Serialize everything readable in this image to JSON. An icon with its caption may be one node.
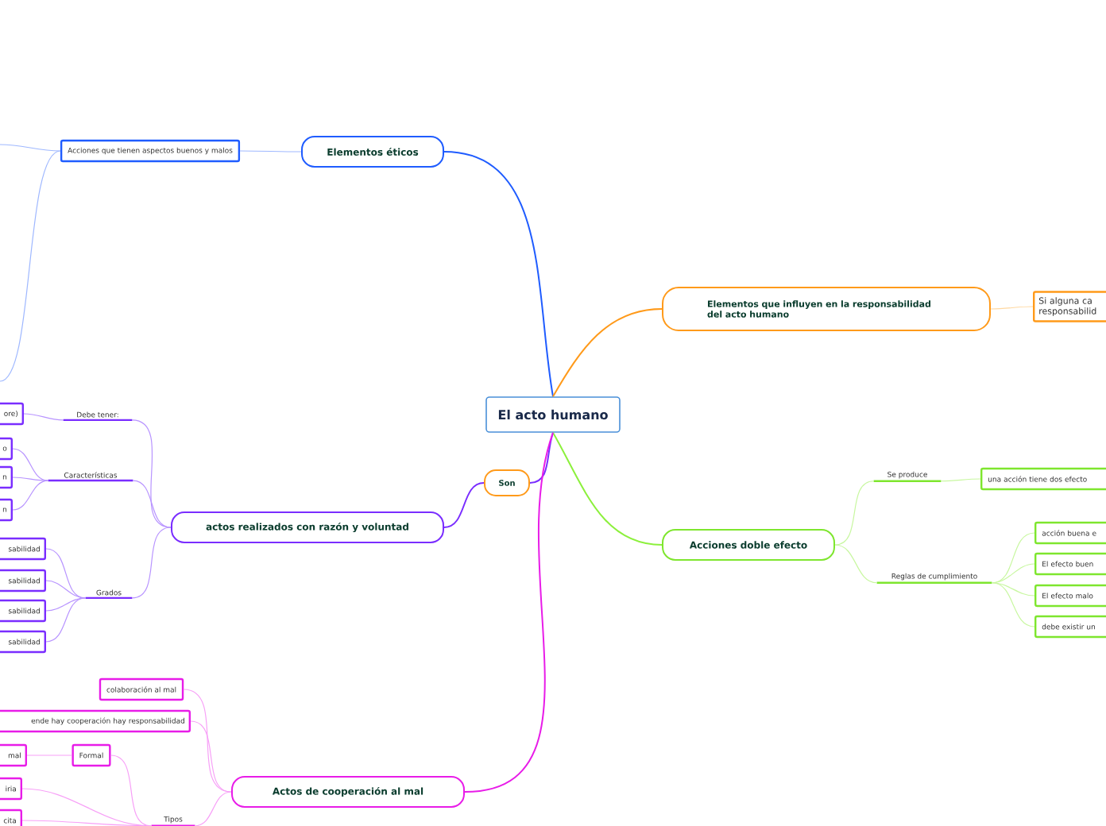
{
  "diagram": {
    "nodes": [
      {
        "text": [
          "El acto humano"
        ]
      },
      {
        "text": [
          "Elementos éticos"
        ]
      },
      {
        "text": [
          "Acciones que tienen aspectos buenos y malos"
        ]
      },
      {
        "text": [
          "Elementos que influyen en la responsabilidad del acto humano"
        ]
      },
      {
        "text": [
          "Si alguna ca responsabilid"
        ]
      },
      {
        "text": [
          "Son"
        ]
      },
      {
        "text": [
          "actos realizados con razón y voluntad"
        ]
      },
      {
        "text": [
          "Debe tener:"
        ]
      },
      {
        "text": [
          "ore)"
        ]
      },
      {
        "text": [
          "Características"
        ]
      },
      {
        "text": [
          "o"
        ]
      },
      {
        "text": [
          "n"
        ]
      },
      {
        "text": [
          "n"
        ]
      },
      {
        "text": [
          "Grados"
        ]
      },
      {
        "text": [
          "sabilidad"
        ]
      },
      {
        "text": [
          "sabilidad"
        ]
      },
      {
        "text": [
          "sabilidad"
        ]
      },
      {
        "text": [
          "sabilidad"
        ]
      },
      {
        "text": [
          "Acciones doble efecto"
        ]
      },
      {
        "text": [
          "Se produce"
        ]
      },
      {
        "text": [
          "una acción tiene dos efecto"
        ]
      },
      {
        "text": [
          "Reglas de cumplimiento"
        ]
      },
      {
        "text": [
          "acción buena e"
        ]
      },
      {
        "text": [
          "El efecto buen"
        ]
      },
      {
        "text": [
          "El efecto malo"
        ]
      },
      {
        "text": [
          "debe existir un"
        ]
      },
      {
        "text": [
          "Actos de cooperación al mal"
        ]
      },
      {
        "text": [
          "colaboración al mal"
        ]
      },
      {
        "text": [
          "ende hay cooperación hay responsabilidad"
        ]
      },
      {
        "text": [
          "Formal"
        ]
      },
      {
        "text": [
          "mal"
        ]
      },
      {
        "text": [
          "Tipos"
        ]
      },
      {
        "text": [
          "iria"
        ]
      },
      {
        "text": [
          "cita"
        ]
      }
    ],
    "edges": [
      {
        "from": 0,
        "to": 1,
        "arrow": "none",
        "color": "#1f5cff"
      },
      {
        "from": 1,
        "to": 2,
        "arrow": "none",
        "color": "#9fb8ff"
      },
      {
        "from": 2,
        "to": null,
        "arrow": "none",
        "color": "#9fb8ff"
      },
      {
        "from": 2,
        "to": null,
        "arrow": "none",
        "color": "#9fb8ff"
      },
      {
        "from": 0,
        "to": 3,
        "arrow": "none",
        "color": "#ff9a1a"
      },
      {
        "from": 3,
        "to": 4,
        "arrow": "none",
        "color": "#ffd8a0"
      },
      {
        "from": 0,
        "to": 5,
        "arrow": "none",
        "color": "#7a2dff"
      },
      {
        "from": 5,
        "to": 6,
        "arrow": "none",
        "color": "#7a2dff"
      },
      {
        "from": 6,
        "to": 7,
        "arrow": "none",
        "color": "#b894ff"
      },
      {
        "from": 7,
        "to": 8,
        "arrow": "none",
        "color": "#b894ff"
      },
      {
        "from": 6,
        "to": 9,
        "arrow": "none",
        "color": "#b894ff"
      },
      {
        "from": 9,
        "to": 10,
        "arrow": "none",
        "color": "#b894ff"
      },
      {
        "from": 9,
        "to": 11,
        "arrow": "none",
        "color": "#b894ff"
      },
      {
        "from": 9,
        "to": 12,
        "arrow": "none",
        "color": "#b894ff"
      },
      {
        "from": 6,
        "to": 13,
        "arrow": "none",
        "color": "#b894ff"
      },
      {
        "from": 13,
        "to": 14,
        "arrow": "none",
        "color": "#b894ff"
      },
      {
        "from": 13,
        "to": 15,
        "arrow": "none",
        "color": "#b894ff"
      },
      {
        "from": 13,
        "to": 16,
        "arrow": "none",
        "color": "#b894ff"
      },
      {
        "from": 13,
        "to": 17,
        "arrow": "none",
        "color": "#b894ff"
      },
      {
        "from": 0,
        "to": 18,
        "arrow": "none",
        "color": "#8cf03c"
      },
      {
        "from": 18,
        "to": 19,
        "arrow": "none",
        "color": "#c8f7a0"
      },
      {
        "from": 19,
        "to": 20,
        "arrow": "none",
        "color": "#c8f7a0"
      },
      {
        "from": 18,
        "to": 21,
        "arrow": "none",
        "color": "#c8f7a0"
      },
      {
        "from": 21,
        "to": 22,
        "arrow": "none",
        "color": "#c8f7a0"
      },
      {
        "from": 21,
        "to": 23,
        "arrow": "none",
        "color": "#c8f7a0"
      },
      {
        "from": 21,
        "to": 24,
        "arrow": "none",
        "color": "#c8f7a0"
      },
      {
        "from": 21,
        "to": 25,
        "arrow": "none",
        "color": "#c8f7a0"
      },
      {
        "from": 0,
        "to": 26,
        "arrow": "none",
        "color": "#e81ce8"
      },
      {
        "from": 26,
        "to": 27,
        "arrow": "none",
        "color": "#f7a0f7"
      },
      {
        "from": 26,
        "to": 28,
        "arrow": "none",
        "color": "#f7a0f7"
      },
      {
        "from": 26,
        "to": 31,
        "arrow": "none",
        "color": "#f7a0f7"
      },
      {
        "from": 31,
        "to": 29,
        "arrow": "none",
        "color": "#f7a0f7"
      },
      {
        "from": 29,
        "to": 30,
        "arrow": "none",
        "color": "#f7a0f7"
      },
      {
        "from": 31,
        "to": 32,
        "arrow": "none",
        "color": "#f7a0f7"
      },
      {
        "from": 31,
        "to": 33,
        "arrow": "none",
        "color": "#f7a0f7"
      }
    ]
  }
}
